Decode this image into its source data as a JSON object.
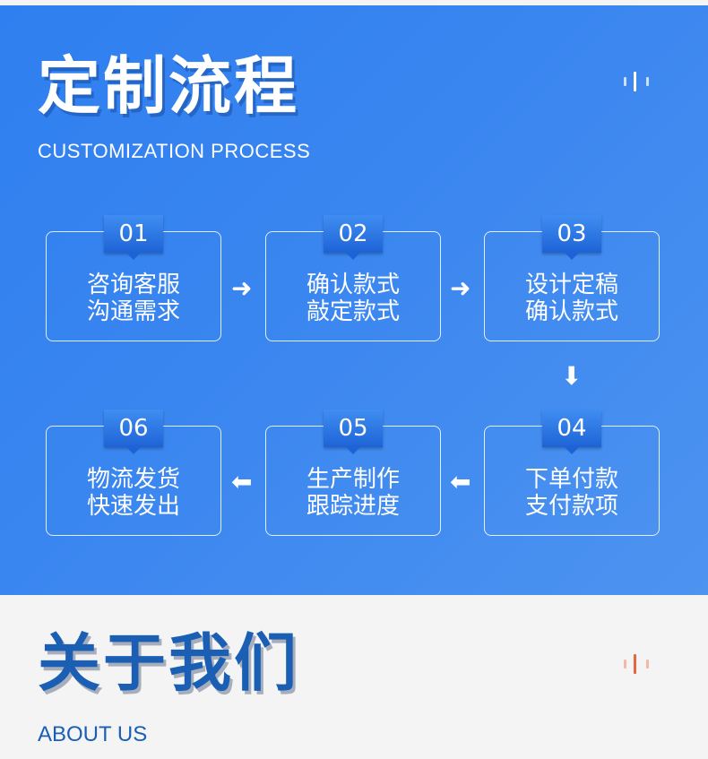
{
  "process": {
    "title": "定制流程",
    "subtitle": "CUSTOMIZATION PROCESS",
    "steps": [
      {
        "num": "01",
        "line1": "咨询客服",
        "line2": "沟通需求"
      },
      {
        "num": "02",
        "line1": "确认款式",
        "line2": "敲定款式"
      },
      {
        "num": "03",
        "line1": "设计定稿",
        "line2": "确认款式"
      },
      {
        "num": "04",
        "line1": "下单付款",
        "line2": "支付款项"
      },
      {
        "num": "05",
        "line1": "生产制作",
        "line2": "跟踪进度"
      },
      {
        "num": "06",
        "line1": "物流发货",
        "line2": "快速发出"
      }
    ],
    "arrows": {
      "right": "➜",
      "left": "⬅",
      "down": "⬇"
    }
  },
  "about": {
    "title": "关于我们",
    "subtitle": "ABOUT US"
  },
  "colors": {
    "primary_blue": "#2f7ff0",
    "badge_blue": "#1e63d6",
    "about_blue": "#1a5fb4",
    "accent_orange": "#e4673d"
  },
  "icons": {
    "decoration_top": "bars-decoration-icon",
    "decoration_bottom": "bars-decoration-icon",
    "arrow": "arrow-icon"
  }
}
